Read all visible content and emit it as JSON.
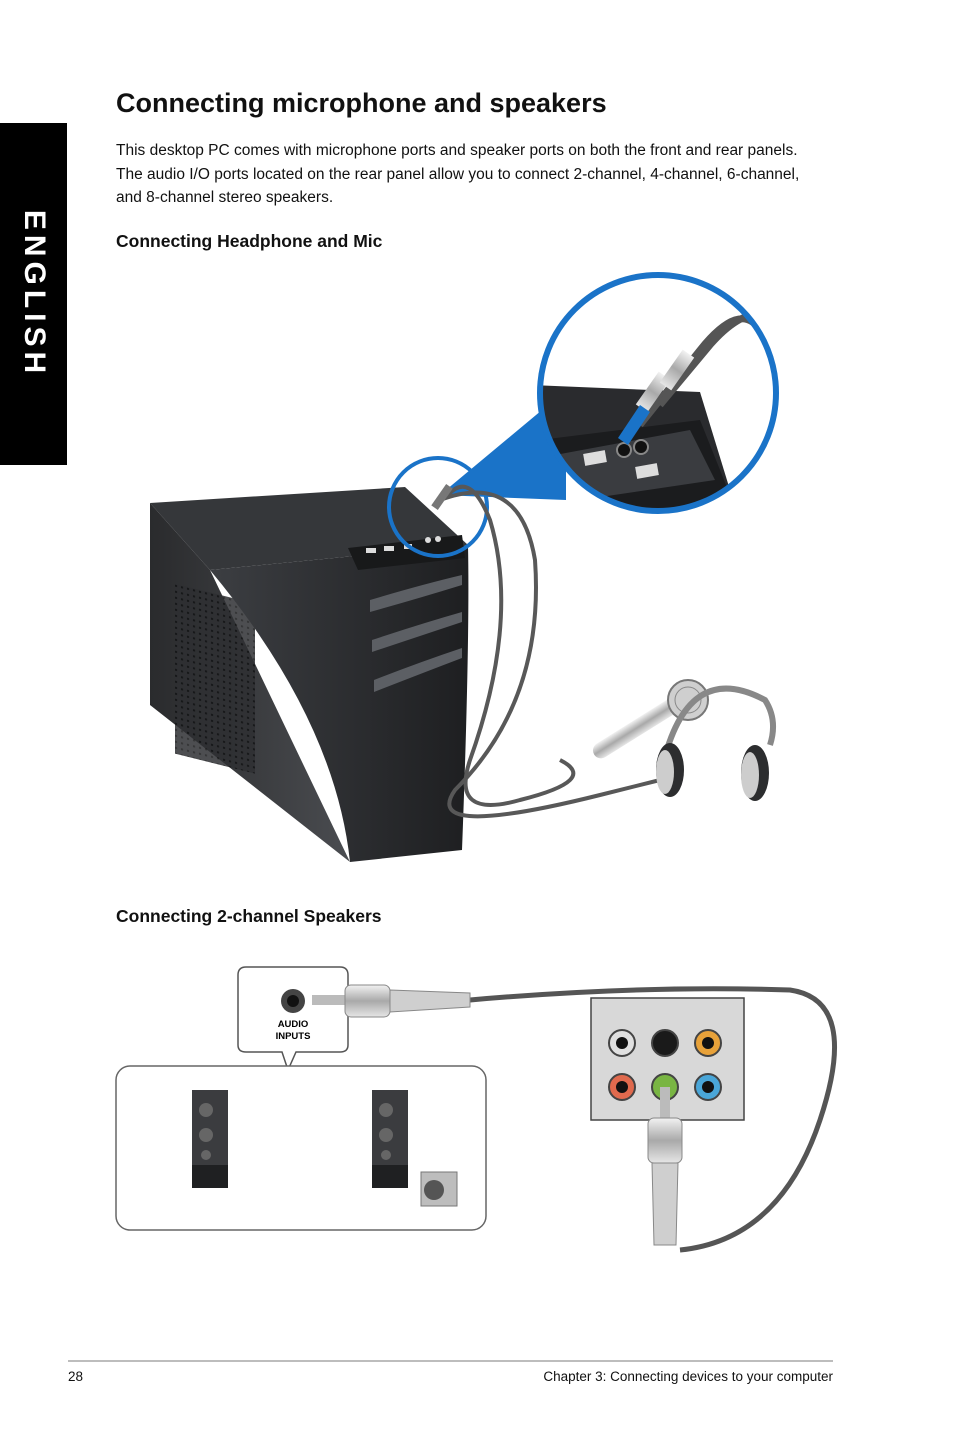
{
  "side_tab": {
    "label": "ENGLISH"
  },
  "title": "Connecting microphone and speakers",
  "intro": "This desktop PC comes with microphone ports and speaker ports on both the front and rear panels. The audio I/O ports located on the rear panel allow you to connect 2-channel, 4-channel, 6-channel, and 8-channel stereo speakers.",
  "sections": [
    {
      "heading": "Connecting Headphone and Mic"
    },
    {
      "heading": "Connecting 2-channel Speakers"
    }
  ],
  "figures": {
    "speaker_callout": {
      "line1": "AUDIO",
      "line2": "INPUTS"
    }
  },
  "colors": {
    "accent_blue": "#1a73c8",
    "jack_orange": "#e8a23a",
    "jack_black": "#1a1a1a",
    "jack_pink": "#e06a4e",
    "jack_green": "#79b543",
    "jack_blue": "#4aa6d8",
    "jack_grey": "#d0d0d0"
  },
  "footer": {
    "page_number": "28",
    "chapter": "Chapter 3: Connecting devices to your computer"
  }
}
